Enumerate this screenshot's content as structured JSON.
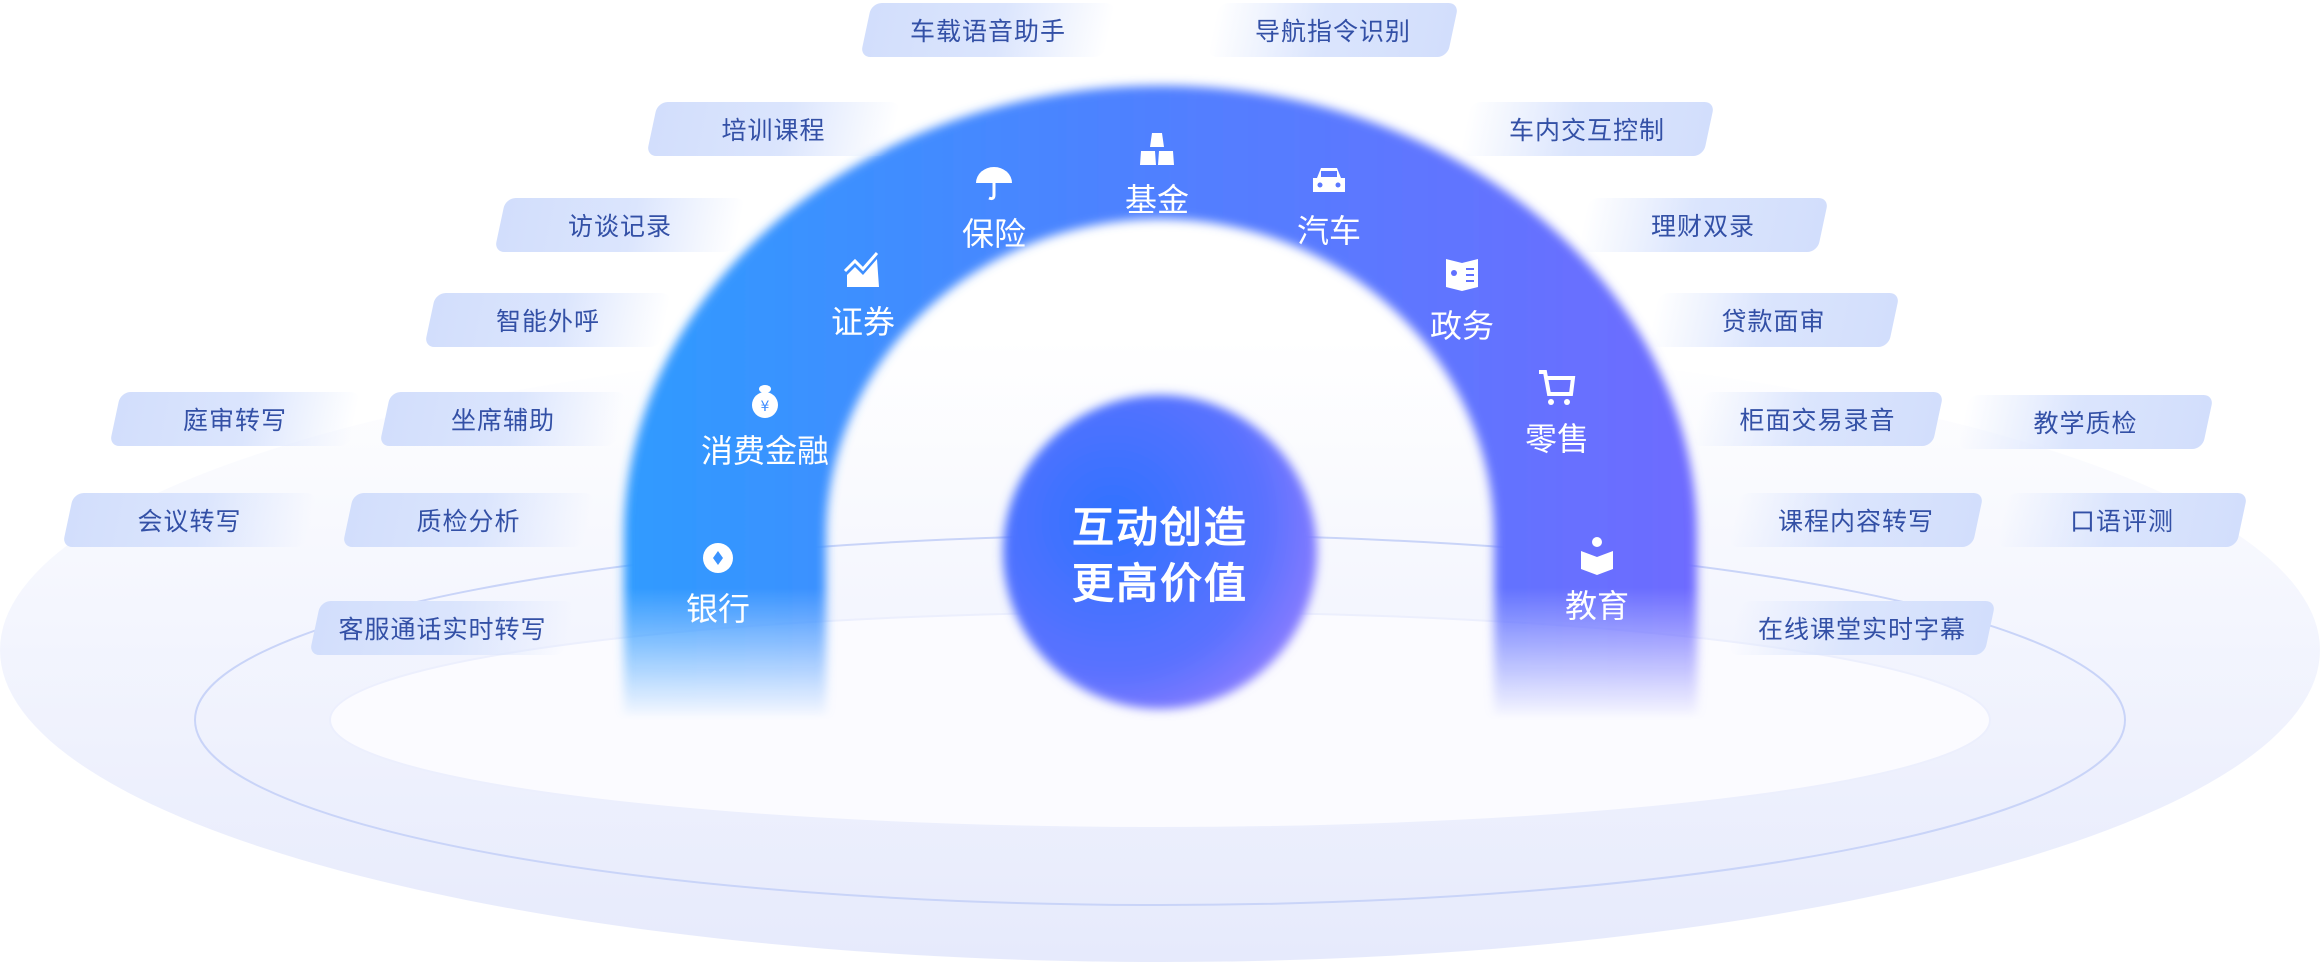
{
  "center": {
    "line1": "互动创造",
    "line2": "更高价值"
  },
  "sectors": [
    {
      "label": "银行",
      "icon": "coin-icon"
    },
    {
      "label": "消费金融",
      "icon": "money-bag-icon"
    },
    {
      "label": "证券",
      "icon": "stock-chart-icon"
    },
    {
      "label": "保险",
      "icon": "umbrella-icon"
    },
    {
      "label": "基金",
      "icon": "gold-bars-icon"
    },
    {
      "label": "汽车",
      "icon": "car-icon"
    },
    {
      "label": "政务",
      "icon": "government-book-icon"
    },
    {
      "label": "零售",
      "icon": "cart-icon"
    },
    {
      "label": "教育",
      "icon": "reader-icon"
    }
  ],
  "scenarios": {
    "top_left": "车载语音助手",
    "top_right": "导航指令识别",
    "left": [
      "培训课程",
      "访谈记录",
      "智能外呼",
      "庭审转写",
      "坐席辅助",
      "会议转写",
      "质检分析",
      "客服通话实时转写"
    ],
    "right": [
      "车内交互控制",
      "理财双录",
      "贷款面审",
      "柜面交易录音",
      "教学质检",
      "课程内容转写",
      "口语评测",
      "在线课堂实时字幕"
    ]
  },
  "colors": {
    "arch_left": "#2f9bff",
    "arch_right": "#6c6cff",
    "pill_bg": "#d2defc",
    "pill_text": "#3350a6"
  }
}
